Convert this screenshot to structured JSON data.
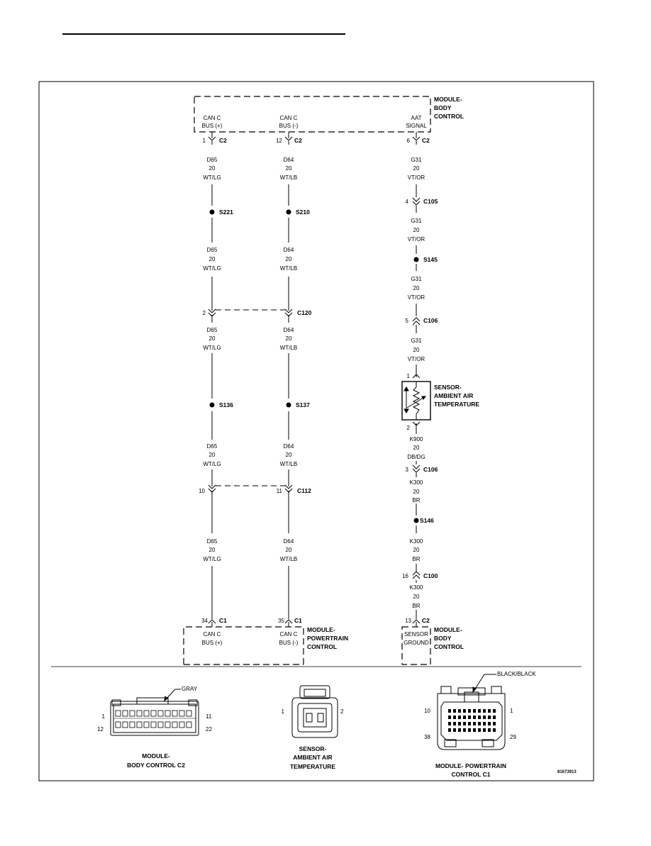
{
  "modules": {
    "body_control_top": {
      "lines": [
        "MODULE-",
        "BODY",
        "CONTROL"
      ]
    },
    "powertrain": {
      "lines": [
        "MODULE-",
        "POWERTRAIN",
        "CONTROL"
      ]
    },
    "body_control_bottom": {
      "lines": [
        "MODULE-",
        "BODY",
        "CONTROL"
      ]
    },
    "sensor": {
      "lines": [
        "SENSOR-",
        "AMBIENT AIR",
        "TEMPERATURE"
      ]
    }
  },
  "pins": {
    "can_c_pos_top": [
      "CAN C",
      "BUS (+)"
    ],
    "can_c_neg_top": [
      "CAN C",
      "BUS (-)"
    ],
    "aat_signal": [
      "AAT",
      "SIGNAL"
    ],
    "can_c_pos_bottom": [
      "CAN C",
      "BUS (+)"
    ],
    "can_c_neg_bottom": [
      "CAN C",
      "BUS (-)"
    ],
    "sensor_ground": [
      "SENSOR",
      "GROUND"
    ]
  },
  "wire_labels": {
    "d65": [
      "D65",
      "20",
      "WT/LG"
    ],
    "d64": [
      "D64",
      "20",
      "WT/LB"
    ],
    "g31": [
      "G31",
      "20",
      "VT/OR"
    ],
    "k900": [
      "K900",
      "20",
      "DB/DG"
    ],
    "k300": [
      "K300",
      "20",
      "BR"
    ]
  },
  "connectors": {
    "c2": "C2",
    "c105": "C105",
    "c106": "C106",
    "c120": "C120",
    "c112": "C112",
    "c1": "C1",
    "c100": "C100"
  },
  "splices": {
    "s221": "S221",
    "s210": "S210",
    "s145": "S145",
    "s136": "S136",
    "s137": "S137",
    "s146": "S146"
  },
  "pin_numbers": {
    "p1": "1",
    "p12": "12",
    "p6": "6",
    "p4": "4",
    "p2": "2",
    "p5": "5",
    "p1s": "1",
    "p2s": "2",
    "p3": "3",
    "p10": "10",
    "p11": "11",
    "p34": "34",
    "p35": "35",
    "p16": "16",
    "p13": "13"
  },
  "connector_views": {
    "bcm_c2": {
      "title": [
        "MODULE-",
        "BODY CONTROL C2"
      ],
      "callout": "GRAY",
      "pins": [
        "1",
        "11",
        "12",
        "22"
      ]
    },
    "aat_sensor": {
      "title": [
        "SENSOR-",
        "AMBIENT AIR",
        "TEMPERATURE"
      ],
      "pins": [
        "1",
        "2"
      ]
    },
    "pcm_c1": {
      "title": [
        "MODULE- POWERTRAIN",
        "CONTROL C1"
      ],
      "callout": "BLACK/BLACK",
      "pins": [
        "10",
        "1",
        "38",
        "29"
      ]
    }
  },
  "figure_id": "81673913"
}
